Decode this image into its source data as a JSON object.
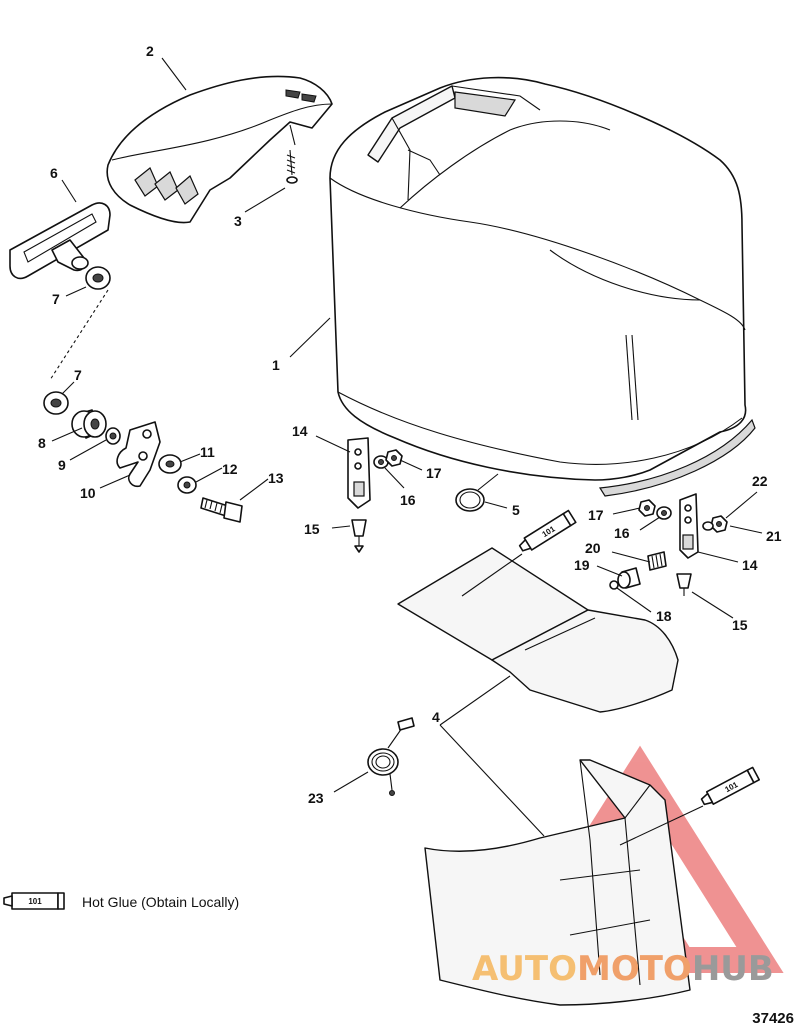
{
  "callouts": {
    "c1": "1",
    "c2": "2",
    "c3": "3",
    "c4": "4",
    "c5": "5",
    "c6": "6",
    "c7a": "7",
    "c7b": "7",
    "c8": "8",
    "c9": "9",
    "c10": "10",
    "c11": "11",
    "c12": "12",
    "c13": "13",
    "c14a": "14",
    "c14b": "14",
    "c15a": "15",
    "c15b": "15",
    "c16a": "16",
    "c16b": "16",
    "c17a": "17",
    "c17b": "17",
    "c18": "18",
    "c19": "19",
    "c20": "20",
    "c21": "21",
    "c22": "22",
    "c23": "23"
  },
  "tube_label": "101",
  "legend": {
    "tube_label": "101",
    "text": "Hot Glue (Obtain Locally)"
  },
  "figure_number": "37426",
  "watermark": {
    "part1": "AUTO",
    "part2": "MOTO",
    "part3": "HUB",
    "color_red": "#e23a3a",
    "color_orange": "#f5a04a"
  }
}
